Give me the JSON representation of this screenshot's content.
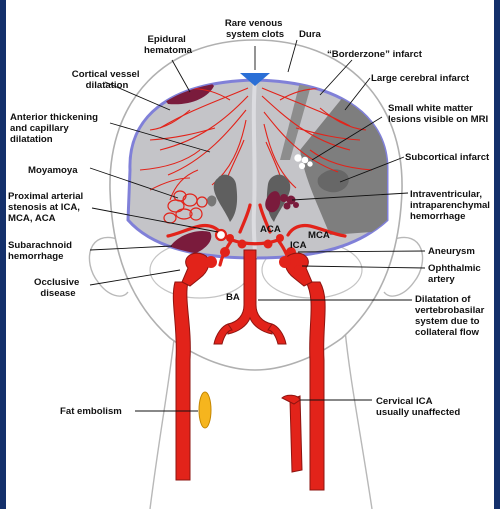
{
  "colors": {
    "background": "#14306b",
    "panel": "#ffffff",
    "artery": "#e2231a",
    "artery_dark": "#8e1410",
    "brain": "#c4c4c8",
    "skull_rim": "#8080d8",
    "infarct": "#7e7e7e",
    "hematoma": "#7a1b3c",
    "fat": "#f6b51e",
    "clot": "#2a6fd6"
  },
  "labels": {
    "rare_venous": [
      "Rare venous",
      "system clots"
    ],
    "dura": [
      "Dura"
    ],
    "epidural": [
      "Epidural",
      "hematoma"
    ],
    "borderzone": [
      "“Borderzone” infarct"
    ],
    "cortical_vessel": [
      "Cortical vessel",
      "dilatation"
    ],
    "large_cerebral": [
      "Large cerebral infarct"
    ],
    "small_white": [
      "Small white matter",
      "lesions visible on MRI"
    ],
    "anterior_thickening": [
      "Anterior thickening",
      "and capillary",
      "dilatation"
    ],
    "subcortical": [
      "Subcortical infarct"
    ],
    "moyamoya": [
      "Moyamoya"
    ],
    "intraventricular": [
      "Intraventricular,",
      "intraparenchymal",
      "hemorrhage"
    ],
    "proximal_stenosis": [
      "Proximal arterial",
      "stenosis at ICA,",
      "MCA, ACA"
    ],
    "aca": [
      "ACA"
    ],
    "mca": [
      "MCA"
    ],
    "ica": [
      "ICA"
    ],
    "subarachnoid": [
      "Subarachnoid",
      "hemorrhage"
    ],
    "aneurysm": [
      "Aneurysm"
    ],
    "occlusive": [
      "Occlusive",
      "disease"
    ],
    "ophthalmic": [
      "Ophthalmic",
      "artery"
    ],
    "ba": [
      "BA"
    ],
    "dilatation_vb": [
      "Dilatation of",
      "vertebrobasilar",
      "system due to",
      "collateral flow"
    ],
    "fat_embolism": [
      "Fat embolism"
    ],
    "cervical_ica": [
      "Cervical ICA",
      "usually unaffected"
    ]
  }
}
